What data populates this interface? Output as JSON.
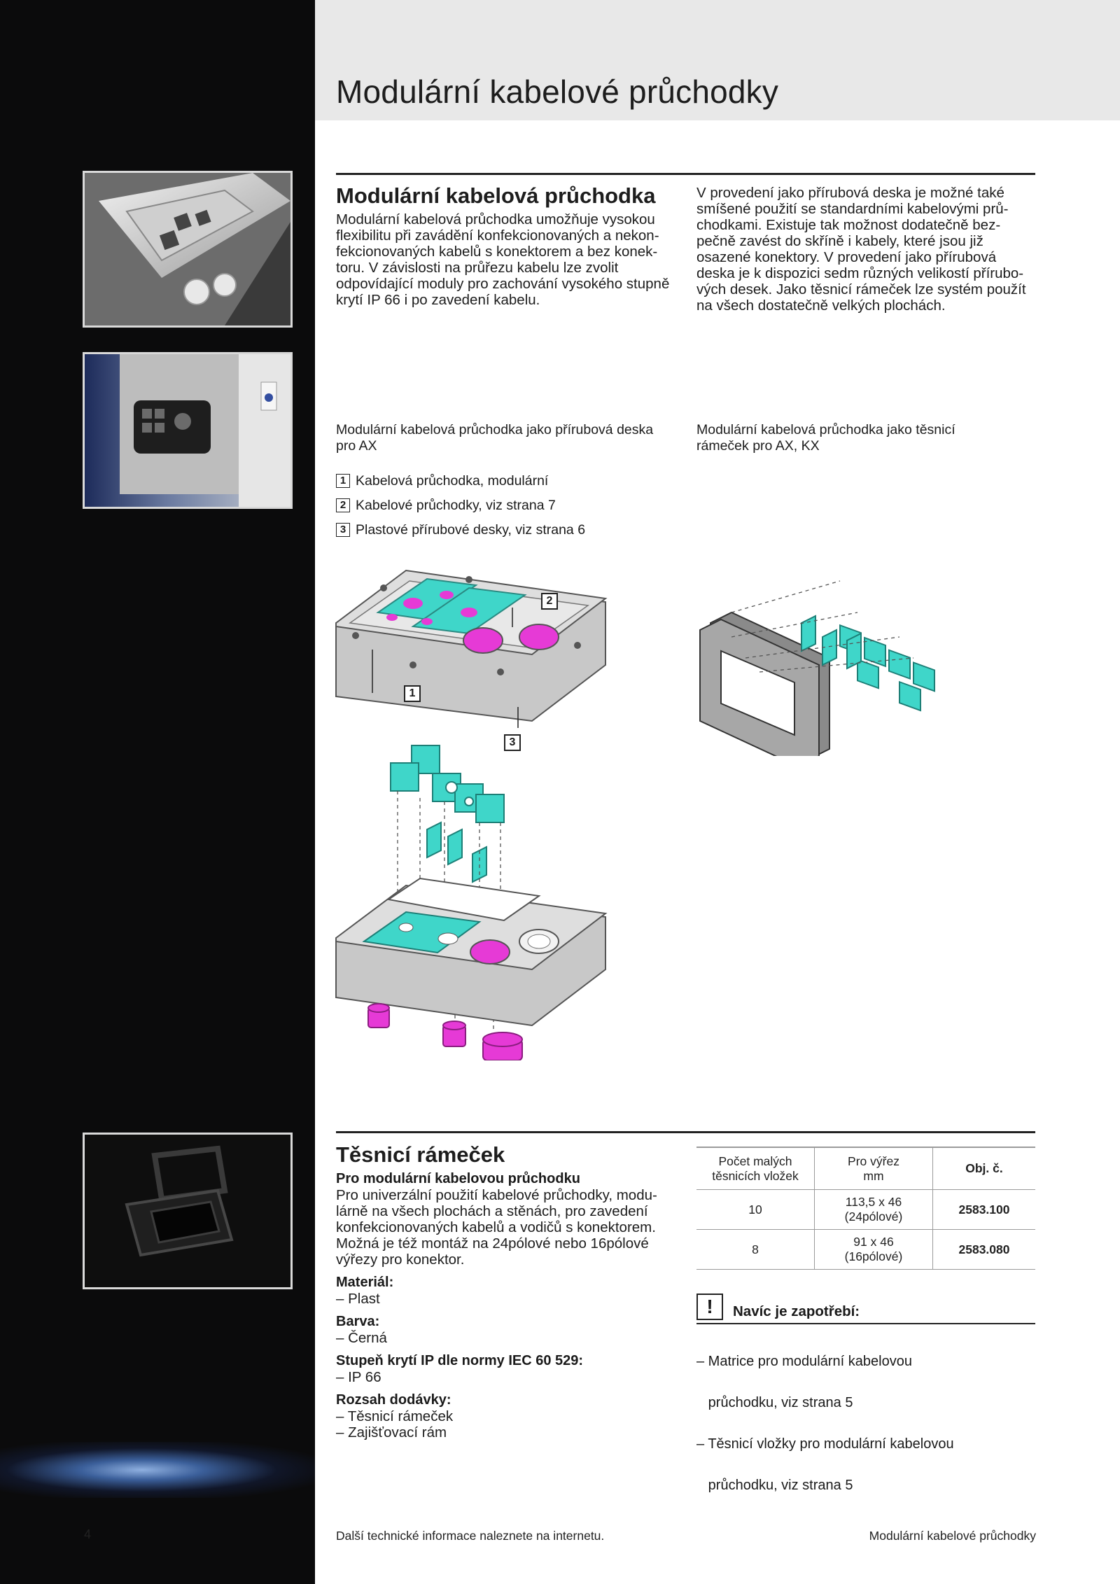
{
  "page_title": "Modulární kabelové průchodky",
  "section1": {
    "heading": "Modulární kabelová průchodka",
    "col1_lines": [
      "Modulární kabelová průchodka umožňuje vysokou",
      "flexibilitu při zavádění konfekcionovaných a nekon-",
      "fekcionovaných kabelů s konektorem a bez konek-",
      "toru. V závislosti na průřezu kabelu lze zvolit",
      "odpovídající moduly pro zachování vysokého stupně",
      "krytí IP 66 i po zavedení kabelu."
    ],
    "col2_lines": [
      "V provedení jako přírubová deska je možné také",
      "smíšené použití se standardními kabelovými prů-",
      "chodkami. Existuje tak možnost dodatečně bez-",
      "pečně zavést do skříně i kabely, které jsou již",
      "osazené konektory. V provedení jako přírubová",
      "deska je k dispozici sedm různých velikostí přírubo-",
      "vých desek. Jako těsnicí rámeček lze systém použít",
      "na všech dostatečně velkých plochách."
    ],
    "caption_left_lines": [
      "Modulární kabelová průchodka jako přírubová deska",
      "pro AX"
    ],
    "caption_right_lines": [
      "Modulární kabelová průchodka jako těsnicí",
      "rámeček pro AX, KX"
    ],
    "legend": [
      {
        "num": "1",
        "text": "Kabelová průchodka, modulární"
      },
      {
        "num": "2",
        "text": "Kabelové průchodky, viz strana 7"
      },
      {
        "num": "3",
        "text": "Plastové přírubové desky, viz strana 6"
      }
    ],
    "diagram_labels": {
      "l1": "1",
      "l2": "2",
      "l3": "3"
    }
  },
  "section2": {
    "heading": "Těsnicí rámeček",
    "subheading": "Pro modulární kabelovou průchodku",
    "body_lines": [
      "Pro univerzální použití kabelové průchodky, modu-",
      "lárně na všech plochách a stěnách, pro zavedení",
      "konfekcionovaných kabelů a vodičů s konektorem.",
      "Možná je též montáž na 24pólové nebo 16pólové",
      "výřezy pro konektor."
    ],
    "specs": [
      {
        "label": "Materiál:",
        "items": [
          "– Plast"
        ]
      },
      {
        "label": "Barva:",
        "items": [
          "– Černá"
        ]
      },
      {
        "label": "Stupeň krytí IP dle normy IEC 60 529:",
        "items": [
          "– IP 66"
        ]
      },
      {
        "label": "Rozsah dodávky:",
        "items": [
          "– Těsnicí rámeček",
          "– Zajišťovací rám"
        ]
      }
    ],
    "table": {
      "headers": [
        [
          "Počet malých",
          "těsnicích vložek"
        ],
        [
          "Pro výřez",
          "mm"
        ],
        [
          "Obj. č."
        ]
      ],
      "rows": [
        {
          "count": "10",
          "cutout": [
            "113,5 x 46",
            "(24pólové)"
          ],
          "order": "2583.100"
        },
        {
          "count": "8",
          "cutout": [
            "91 x 46",
            "(16pólové)"
          ],
          "order": "2583.080"
        }
      ]
    },
    "extra_heading": "Navíc je zapotřebí:",
    "extra_icon": "!",
    "extra_lines": [
      "– Matrice pro modulární kabelovou",
      "   průchodku, viz strana 5",
      "– Těsnicí vložky pro modulární kabelovou",
      "   průchodku, viz strana 5"
    ]
  },
  "footer": {
    "page_number": "4",
    "note": "Další technické informace naleznete na internetu.",
    "right": "Modulární kabelové průchodky"
  },
  "colors": {
    "accent_cyan": "#3fd6c9",
    "accent_magenta": "#e63ad6",
    "plate_grey": "#d4d4d4",
    "sidebar": "#0b0b0c"
  }
}
